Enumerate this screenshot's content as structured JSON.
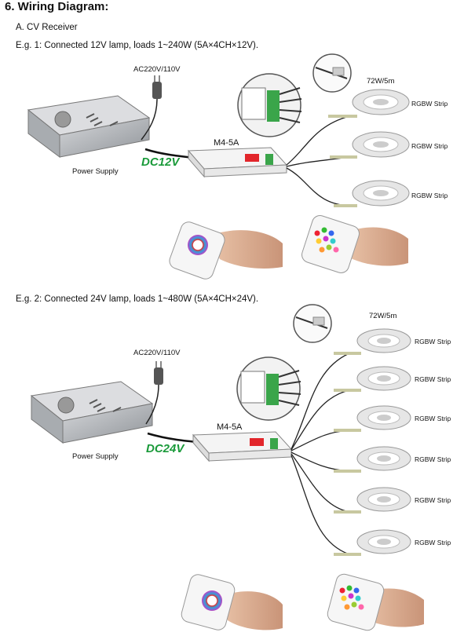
{
  "section_title": "6. Wiring Diagram:",
  "subsection": "A. CV Receiver",
  "examples": [
    {
      "caption": "E.g. 1: Connected 12V lamp, loads 1~240W (5A×4CH×12V).",
      "ac_label": "AC220V/110V",
      "power_label": "Power Supply",
      "dc_label": "DC12V",
      "controller_label": "M4-5A",
      "strip_power": "72W/5m",
      "strip_label": "RGBW Strip",
      "strips": [
        "RGBW Strip",
        "RGBW Strip",
        "RGBW Strip"
      ]
    },
    {
      "caption": "E.g. 2: Connected 24V lamp, loads 1~480W (5A×4CH×24V).",
      "ac_label": "AC220V/110V",
      "power_label": "Power Supply",
      "dc_label": "DC24V",
      "controller_label": "M4-5A",
      "strip_power": "72W/5m",
      "strip_label": "RGBW Strip",
      "strips": [
        "RGBW Strip",
        "RGBW Strip",
        "RGBW Strip",
        "RGBW Strip",
        "RGBW Strip",
        "RGBW Strip"
      ]
    }
  ],
  "colors": {
    "dc_green": "#1a9a3a",
    "wire": "#222222",
    "psu_body": "#b9bcc0",
    "controller_body": "#f2f2f2"
  }
}
